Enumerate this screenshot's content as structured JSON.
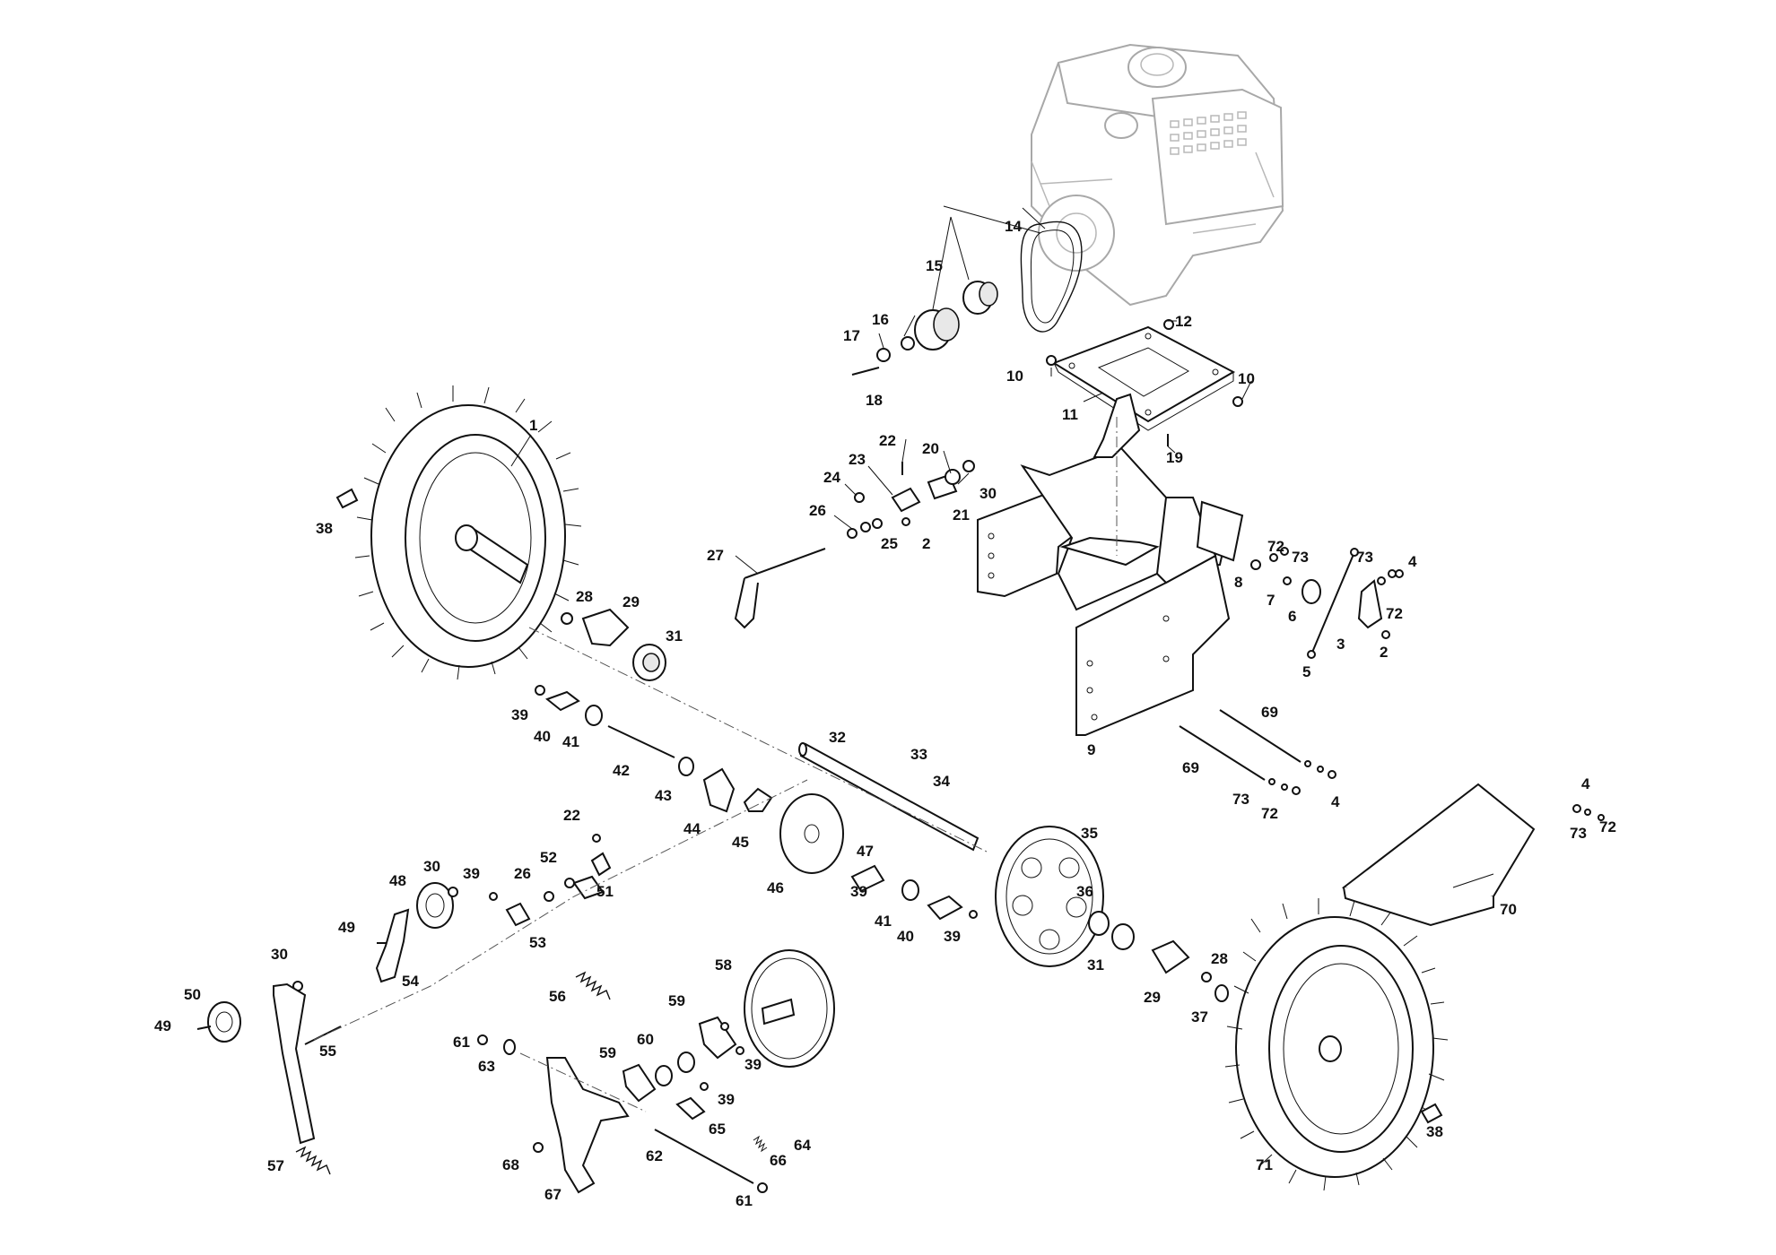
{
  "labels": [
    "1",
    "2",
    "3",
    "4",
    "5",
    "6",
    "7",
    "8",
    "9",
    "10",
    "11",
    "12",
    "14",
    "15",
    "16",
    "17",
    "18",
    "19",
    "20",
    "21",
    "22",
    "23",
    "24",
    "25",
    "26",
    "27",
    "28",
    "29",
    "30",
    "31",
    "32",
    "33",
    "34",
    "35",
    "36",
    "37",
    "38",
    "39",
    "40",
    "41",
    "42",
    "43",
    "44",
    "45",
    "46",
    "47",
    "48",
    "49",
    "50",
    "51",
    "52",
    "53",
    "54",
    "55",
    "56",
    "57",
    "58",
    "59",
    "60",
    "61",
    "62",
    "63",
    "64",
    "65",
    "66",
    "67",
    "68",
    "69",
    "70",
    "71",
    "72",
    "73"
  ],
  "icons": {
    "engine": "engine-icon",
    "wheel": "wheel-icon",
    "gear": "gear-icon",
    "pulley": "pulley-icon",
    "belt": "belt-icon",
    "frame": "frame-icon",
    "plate": "plate-icon",
    "axle": "axle-icon",
    "spring": "spring-icon"
  }
}
